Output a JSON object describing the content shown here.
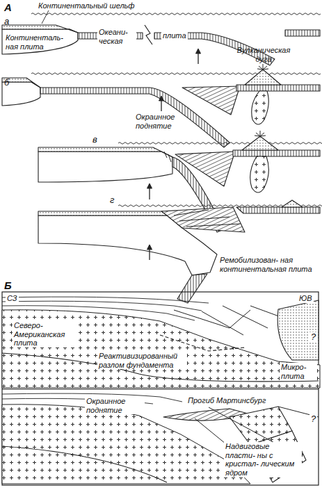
{
  "diagram": {
    "labels": [
      "А",
      "а",
      "Континентальный шельф",
      "Континенталь- ная плита",
      "Океани- ческая",
      "плита",
      "Вулканическая дуга",
      "б",
      "Окраинное поднятие",
      "в",
      "г",
      "Ремобилизован- ная континентальная плита",
      "Б",
      "СЗ",
      "ЮВ",
      "Северо- Американская плита",
      "Реактивизированный разлом фундамента",
      "Микро- плита",
      "?",
      "Окраинное поднятие",
      "Прогиб Мартинсбург",
      "Надвиговые пласти- ны с кристал- лическим ядром",
      "?"
    ]
  }
}
